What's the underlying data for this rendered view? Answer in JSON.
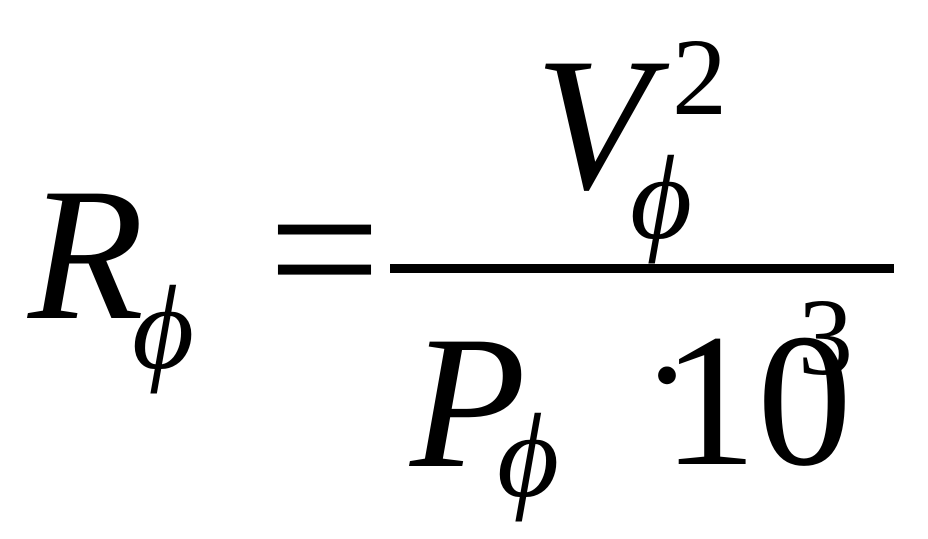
{
  "formula": {
    "lhs": {
      "variable": "R",
      "subscript": "ϕ"
    },
    "equals": "=",
    "numerator": {
      "variable": "V",
      "subscript": "ϕ",
      "superscript": "2"
    },
    "denominator": {
      "variable": "P",
      "subscript": "ϕ",
      "operator": "·",
      "base": "10",
      "exponent": "3"
    }
  },
  "colors": {
    "ink": "#000000",
    "background": "#ffffff"
  }
}
